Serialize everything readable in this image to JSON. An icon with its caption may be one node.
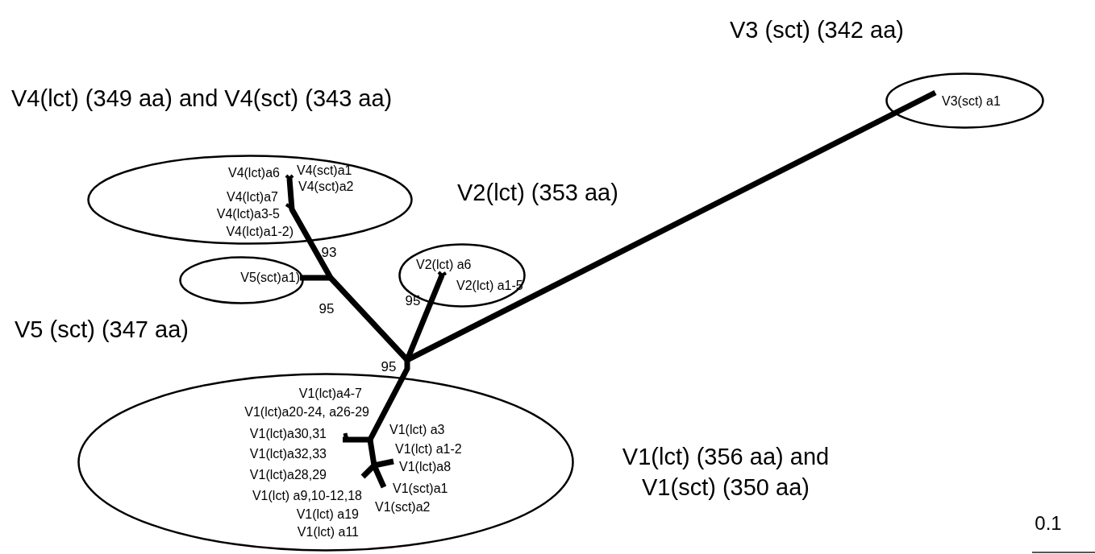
{
  "diagram": {
    "nodes": [
      {
        "text": [
          "V3(sct) a1"
        ],
        "beside": [
          "V3 (sct) (342 aa)"
        ]
      },
      {
        "text": [
          "V4(lct)a6",
          "V4(sct)a1",
          "V4(sct)a2",
          "V4(lct)a7",
          "V4(lct)a3-5",
          "V4(lct)a1-2)"
        ],
        "beside": [
          "V4(lct) (349 aa) and V4(sct) (343 aa)"
        ]
      },
      {
        "text": [
          "V2(lct) a6",
          "V2(lct) a1-5"
        ],
        "beside": [
          "V2(lct) (353 aa)"
        ]
      },
      {
        "text": [
          "V5(sct)a1)"
        ],
        "beside": [
          "V5 (sct) (347 aa)"
        ]
      },
      {
        "text": [
          "V1(lct)a4-7",
          "V1(lct)a20-24, a26-29",
          "V1(lct)a30,31",
          "V1(lct) a3",
          "V1(lct)a32,33",
          "V1(lct) a1-2",
          "V1(lct)a8",
          "V1(lct)a28,29",
          "V1(sct)a1",
          "V1(lct) a9,10-12,18",
          "V1(sct)a2",
          "V1(lct) a19",
          "V1(lct) a11"
        ],
        "beside": [
          "V1(lct) (356 aa) and V1(sct) (350 aa)"
        ]
      }
    ],
    "labels": [
      "93",
      "95",
      "95",
      "95",
      "0.1"
    ]
  }
}
